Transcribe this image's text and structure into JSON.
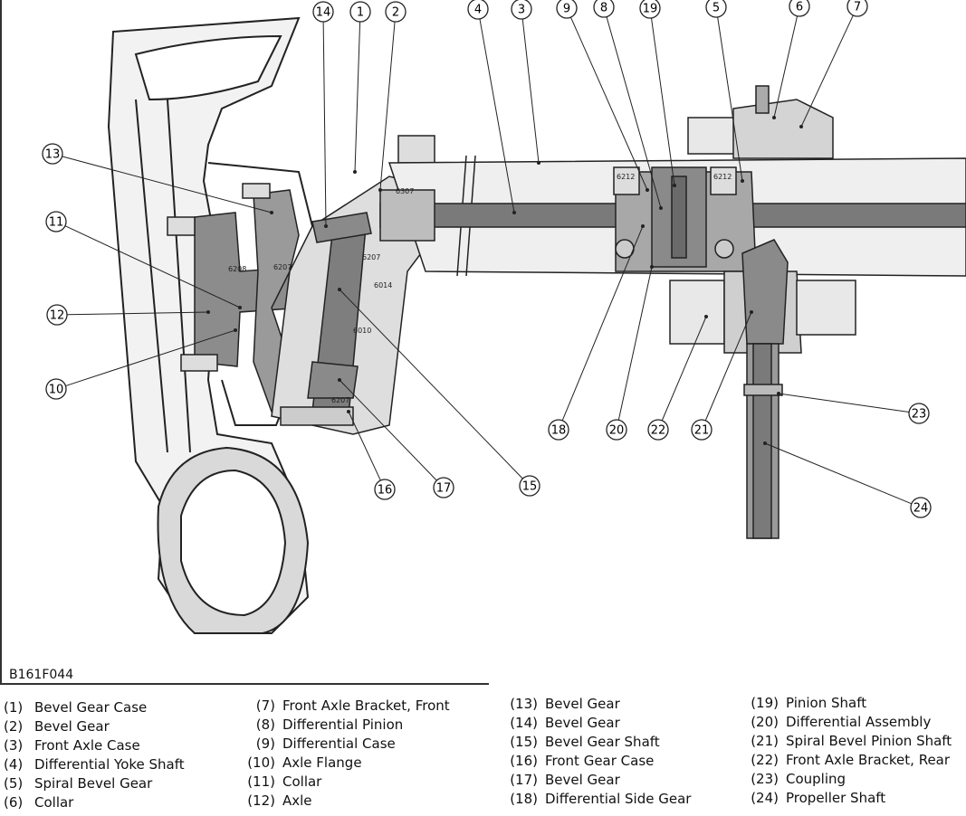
{
  "figure_code": "B161F044",
  "callouts": [
    "1",
    "2",
    "3",
    "4",
    "5",
    "6",
    "7",
    "8",
    "9",
    "14",
    "19",
    "13",
    "11",
    "12",
    "10",
    "16",
    "17",
    "15",
    "18",
    "20",
    "22",
    "21",
    "23",
    "24"
  ],
  "bearing_labels": [
    "6307",
    "6208",
    "6207",
    "6207",
    "6014",
    "6010",
    "6207",
    "6212",
    "6212"
  ],
  "legend": [
    {
      "num": "(1)",
      "label": "Bevel Gear Case"
    },
    {
      "num": "(2)",
      "label": "Bevel Gear"
    },
    {
      "num": "(3)",
      "label": "Front Axle Case"
    },
    {
      "num": "(4)",
      "label": "Differential Yoke Shaft"
    },
    {
      "num": "(5)",
      "label": "Spiral Bevel Gear"
    },
    {
      "num": "(6)",
      "label": "Collar"
    },
    {
      "num": "(7)",
      "label": "Front Axle Bracket, Front"
    },
    {
      "num": "(8)",
      "label": "Differential Pinion"
    },
    {
      "num": "(9)",
      "label": "Differential Case"
    },
    {
      "num": "(10)",
      "label": "Axle Flange"
    },
    {
      "num": "(11)",
      "label": "Collar"
    },
    {
      "num": "(12)",
      "label": "Axle"
    },
    {
      "num": "(13)",
      "label": "Bevel Gear"
    },
    {
      "num": "(14)",
      "label": "Bevel Gear"
    },
    {
      "num": "(15)",
      "label": "Bevel Gear Shaft"
    },
    {
      "num": "(16)",
      "label": "Front Gear Case"
    },
    {
      "num": "(17)",
      "label": "Bevel Gear"
    },
    {
      "num": "(18)",
      "label": "Differential Side Gear"
    },
    {
      "num": "(19)",
      "label": "Pinion Shaft"
    },
    {
      "num": "(20)",
      "label": "Differential Assembly"
    },
    {
      "num": "(21)",
      "label": "Spiral Bevel Pinion Shaft"
    },
    {
      "num": "(22)",
      "label": "Front Axle Bracket, Rear"
    },
    {
      "num": "(23)",
      "label": "Coupling"
    },
    {
      "num": "(24)",
      "label": "Propeller Shaft"
    }
  ]
}
